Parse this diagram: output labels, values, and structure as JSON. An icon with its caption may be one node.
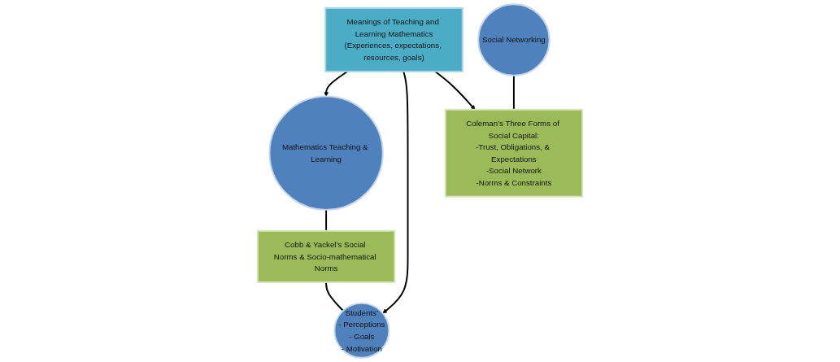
{
  "diagram": {
    "nodes": [
      {
        "text": [
          "Meanings of Teaching and Learning Mathematics",
          "(Experiences, expectations, resources, goals)"
        ]
      },
      {
        "text": [
          "Mathematics Teaching & Learning"
        ]
      },
      {
        "text": [
          "Cobb & Yackel’s Social Norms & Socio-mathematical Norms"
        ]
      },
      {
        "text": [
          "Students’",
          "- Perceptions",
          "- Goals",
          "- Motivation"
        ]
      },
      {
        "text": [
          "Social Networking"
        ]
      },
      {
        "text": [
          "Coleman’s Three Forms of Social Capital:",
          "-Trust, Obligations, & Expectations",
          "-Social Network",
          "-Norms & Constraints"
        ]
      }
    ],
    "edges": [
      {
        "from": 0,
        "to": 1,
        "arrow": "to"
      },
      {
        "from": 0,
        "to": 3,
        "arrow": "to"
      },
      {
        "from": 0,
        "to": 5,
        "arrow": "to"
      },
      {
        "from": 1,
        "to": 2,
        "arrow": "none"
      },
      {
        "from": 2,
        "to": 3,
        "arrow": "none"
      },
      {
        "from": 4,
        "to": 5,
        "arrow": "none"
      }
    ]
  }
}
